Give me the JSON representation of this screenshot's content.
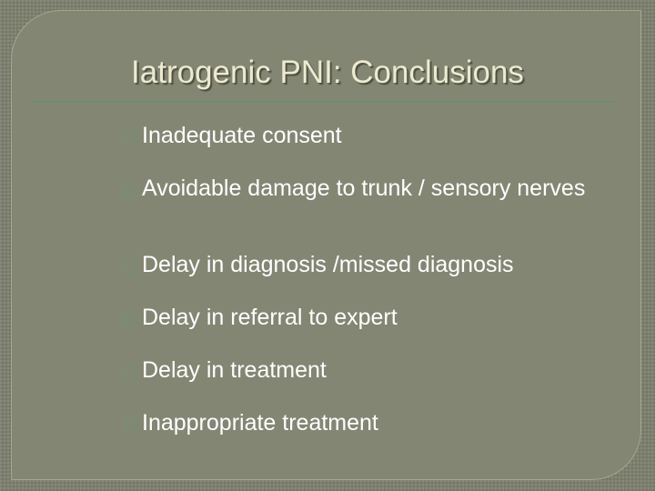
{
  "slide": {
    "title": "Iatrogenic PNI: Conclusions",
    "bullets": [
      {
        "icon": "square-bullet-icon",
        "text": "Inadequate consent"
      },
      {
        "icon": "square-bullet-icon",
        "text": "Avoidable damage to trunk / sensory nerves"
      },
      {
        "icon": "square-bullet-icon",
        "text": "Delay in diagnosis /missed diagnosis"
      },
      {
        "icon": "square-bullet-icon",
        "text": "Delay in referral to expert"
      },
      {
        "icon": "square-bullet-icon",
        "text": "Delay in treatment"
      },
      {
        "icon": "square-bullet-icon",
        "text": "Inappropriate treatment"
      }
    ]
  },
  "colors": {
    "background": "#7d7f6f",
    "panel": "#848674",
    "title_text": "#ecebcf",
    "body_text": "#ffffff",
    "accent_rule": "#6f8d6e",
    "bullet_marker": "#6f9070"
  }
}
